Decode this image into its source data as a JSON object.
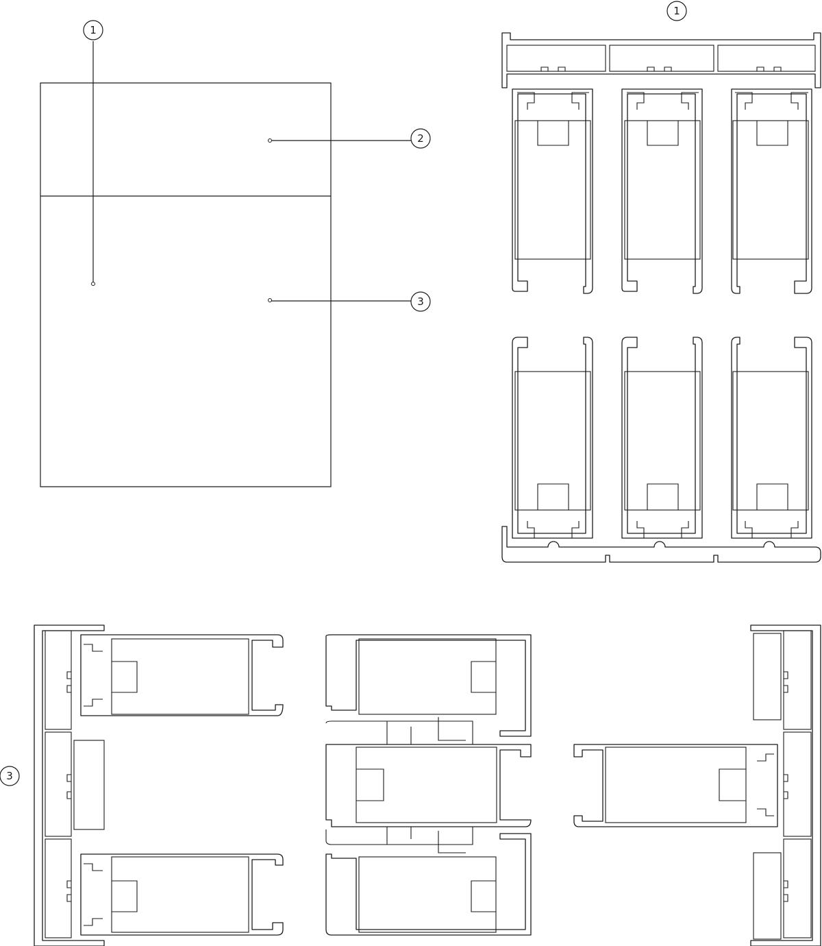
{
  "callouts": {
    "elevation_frame": "1",
    "elevation_top_panel": "2",
    "elevation_bottom_panel": "3",
    "section_horizontal": "1",
    "section_vertical": "3"
  }
}
